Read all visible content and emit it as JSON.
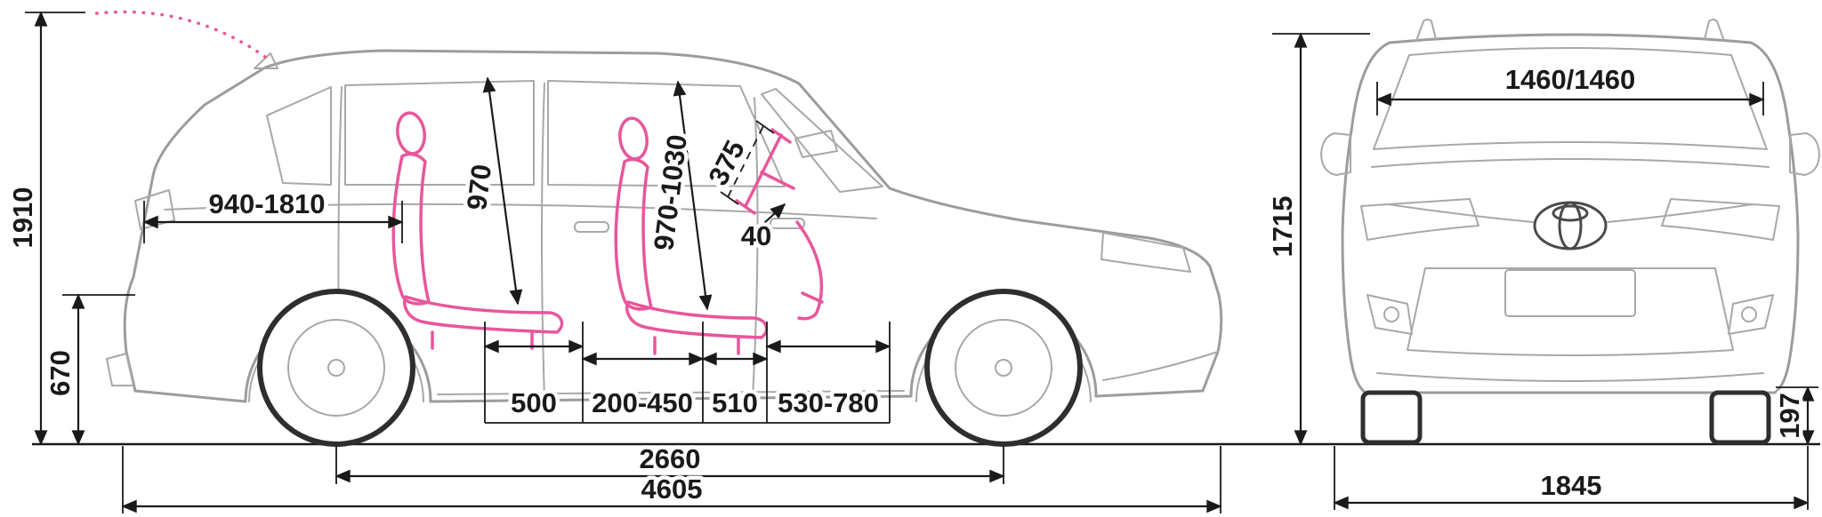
{
  "side_view": {
    "height_tailgate_open": "1910",
    "loading_height": "670",
    "cargo_length_range": "940-1810",
    "front_headroom": "970",
    "rear_headroom_range": "970-1030",
    "steering_wheel": "375",
    "steering_adjustment": "40",
    "front_seat_cushion": "500",
    "seat_slide_range": "200-450",
    "rear_seat_cushion": "510",
    "rear_legroom_range": "530-780",
    "wheelbase": "2660",
    "overall_length": "4605",
    "overall_height": "1715"
  },
  "front_view": {
    "track_width": "1460/1460",
    "overall_width": "1845",
    "ground_clearance": "197"
  },
  "colors": {
    "background": "#ffffff",
    "body_outline": "#9c9c9c",
    "dark_detail": "#2e2e2e",
    "dimension_line": "#1a1a1a",
    "seat_accent": "#e8569b"
  }
}
